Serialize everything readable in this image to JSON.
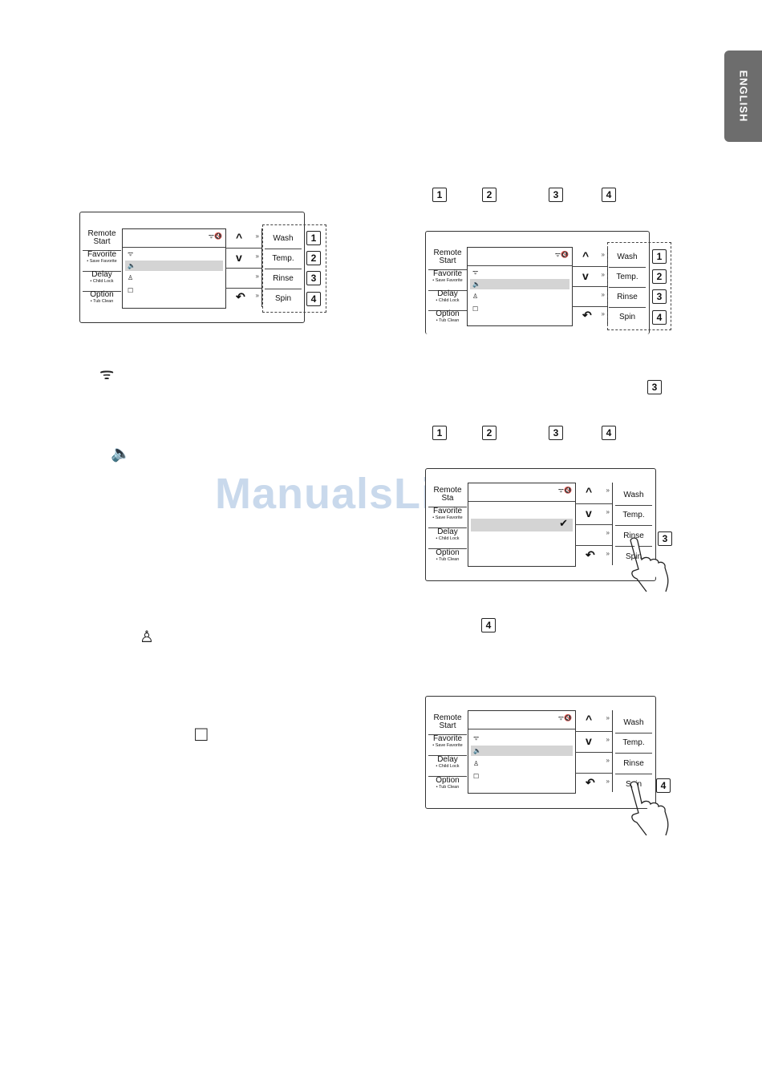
{
  "sidebar_tab": "ENGLISH",
  "watermark": "ManualsLib.com",
  "panel": {
    "left_buttons": [
      {
        "main": "Remote",
        "main2": "Start",
        "sub": ""
      },
      {
        "main": "Favorite",
        "main2": "",
        "sub": "• Save Favorite"
      },
      {
        "main": "Delay",
        "main2": "",
        "sub": "• Child Lock"
      },
      {
        "main": "Option",
        "main2": "",
        "sub": "• Tub Clean"
      }
    ],
    "right_buttons": [
      "Wash",
      "Temp.",
      "Rinse",
      "Spin"
    ],
    "nav": {
      "up": "^",
      "down": "v",
      "back": "↶",
      "more": "»"
    },
    "status_icons": "ᯤ🔇",
    "rows": [
      {
        "icon": "ᯤ"
      },
      {
        "icon": "🔈"
      },
      {
        "icon": "♙"
      },
      {
        "icon": "☐"
      }
    ],
    "check": "✔",
    "partial_top_label": "Remote Sta"
  },
  "numbers": [
    "1",
    "2",
    "3",
    "4"
  ],
  "legend_icons": {
    "wifi": "ᯤ",
    "speaker": "🔈",
    "lamp": "♙",
    "box": "□"
  }
}
